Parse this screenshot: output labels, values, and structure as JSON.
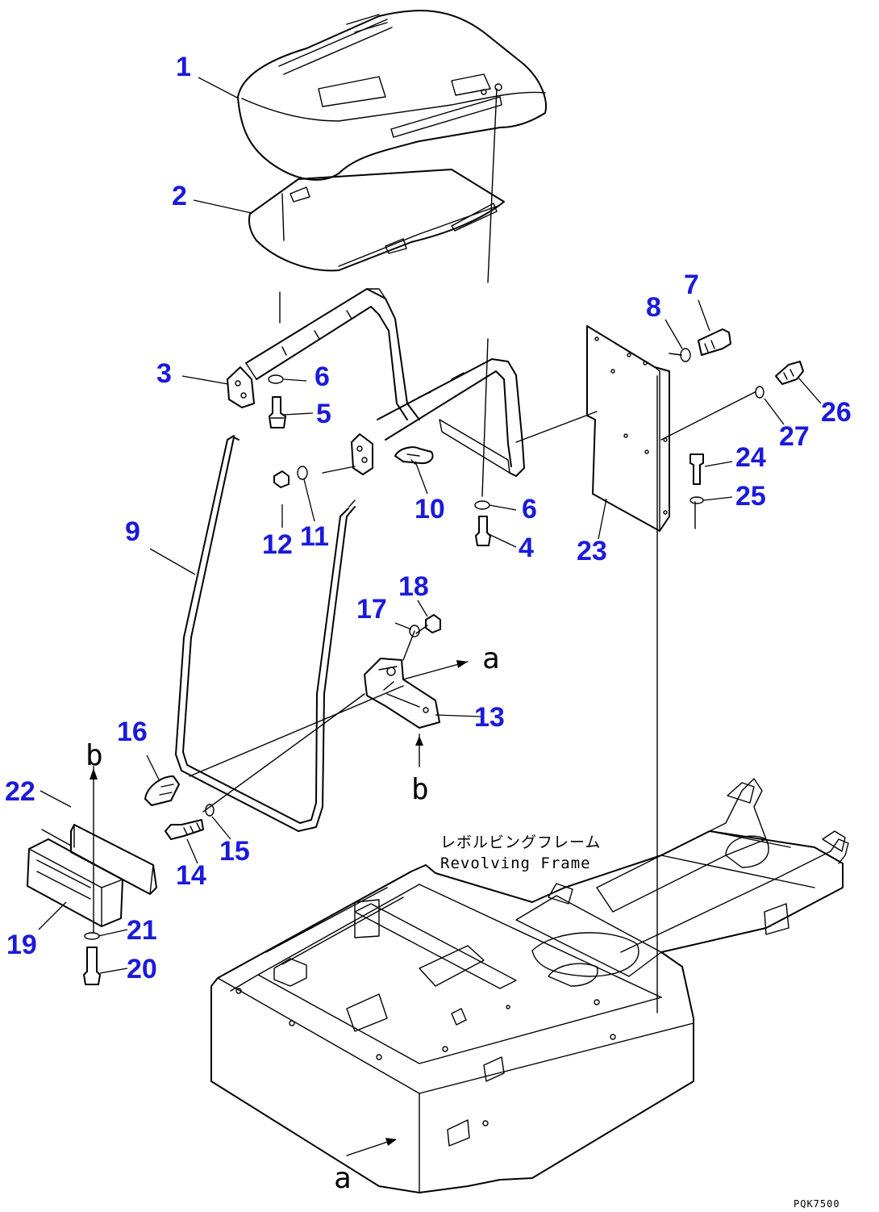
{
  "parts": [
    {
      "id": "part-1",
      "number": "1"
    },
    {
      "id": "part-2",
      "number": "2"
    },
    {
      "id": "part-3",
      "number": "3"
    },
    {
      "id": "part-4",
      "number": "4"
    },
    {
      "id": "part-5",
      "number": "5"
    },
    {
      "id": "part-6a",
      "number": "6"
    },
    {
      "id": "part-6b",
      "number": "6"
    },
    {
      "id": "part-7",
      "number": "7"
    },
    {
      "id": "part-8",
      "number": "8"
    },
    {
      "id": "part-9",
      "number": "9"
    },
    {
      "id": "part-10",
      "number": "10"
    },
    {
      "id": "part-11",
      "number": "11"
    },
    {
      "id": "part-12",
      "number": "12"
    },
    {
      "id": "part-13",
      "number": "13"
    },
    {
      "id": "part-14",
      "number": "14"
    },
    {
      "id": "part-15",
      "number": "15"
    },
    {
      "id": "part-16",
      "number": "16"
    },
    {
      "id": "part-17",
      "number": "17"
    },
    {
      "id": "part-18",
      "number": "18"
    },
    {
      "id": "part-19",
      "number": "19"
    },
    {
      "id": "part-20",
      "number": "20"
    },
    {
      "id": "part-21",
      "number": "21"
    },
    {
      "id": "part-22",
      "number": "22"
    },
    {
      "id": "part-23",
      "number": "23"
    },
    {
      "id": "part-24",
      "number": "24"
    },
    {
      "id": "part-25",
      "number": "25"
    },
    {
      "id": "part-26",
      "number": "26"
    },
    {
      "id": "part-27",
      "number": "27"
    }
  ],
  "references": {
    "a_upper": "a",
    "a_lower": "a",
    "b_upper": "b",
    "b_lower": "b"
  },
  "caption": {
    "japanese": "レボルビングフレーム",
    "english": "Revolving Frame"
  },
  "drawing_code": "PQK7500",
  "colors": {
    "part_number": "#1a1adc",
    "line": "#000000",
    "background": "#ffffff"
  }
}
